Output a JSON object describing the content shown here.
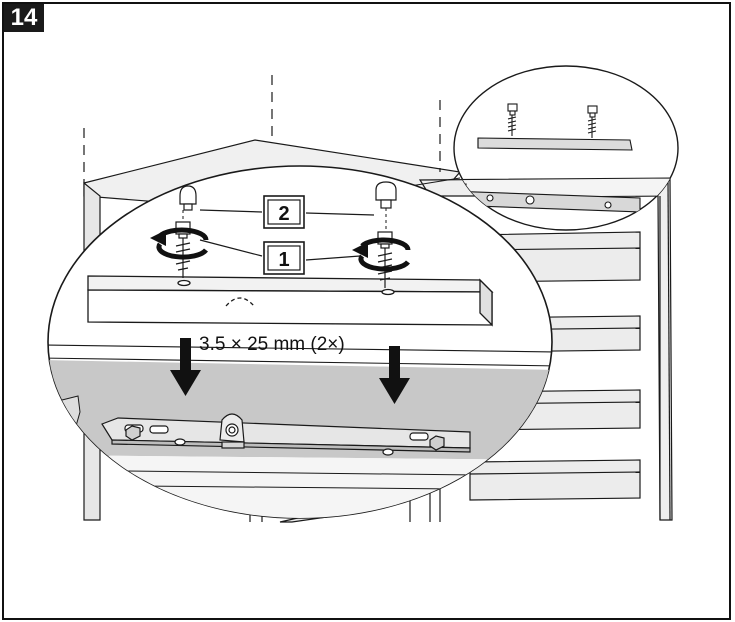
{
  "step": {
    "number": "14"
  },
  "callouts": {
    "c1": "1",
    "c2": "2"
  },
  "dimension": {
    "label": "3.5 × 25 mm (2×)"
  },
  "colors": {
    "line": "#1a1a1a",
    "shade": "#c8c8c8",
    "light": "#f2f2f2",
    "mid": "#e2e2e2"
  }
}
